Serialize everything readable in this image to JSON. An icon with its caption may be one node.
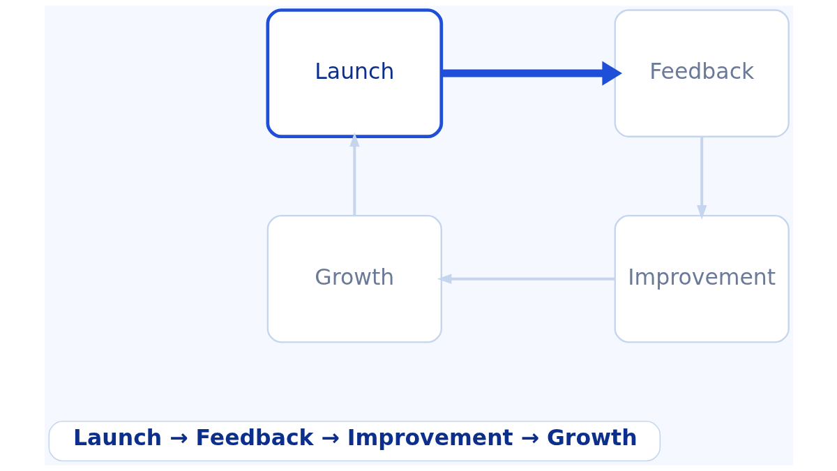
{
  "diagram": {
    "nodes": [
      {
        "text": [
          "Launch"
        ]
      },
      {
        "text": [
          "Feedback"
        ]
      },
      {
        "text": [
          "Improvement"
        ]
      },
      {
        "text": [
          "Growth"
        ]
      }
    ],
    "edges": [
      {
        "from": 0,
        "to": 1,
        "arrow": "to",
        "style": "thick",
        "color": "#1f4fd8"
      },
      {
        "from": 1,
        "to": 2,
        "arrow": "to"
      },
      {
        "from": 2,
        "to": 3,
        "arrow": "to"
      },
      {
        "from": 3,
        "to": 0,
        "arrow": "to"
      }
    ],
    "labels": [
      "Launch → Feedback → Improvement → Growth"
    ]
  }
}
